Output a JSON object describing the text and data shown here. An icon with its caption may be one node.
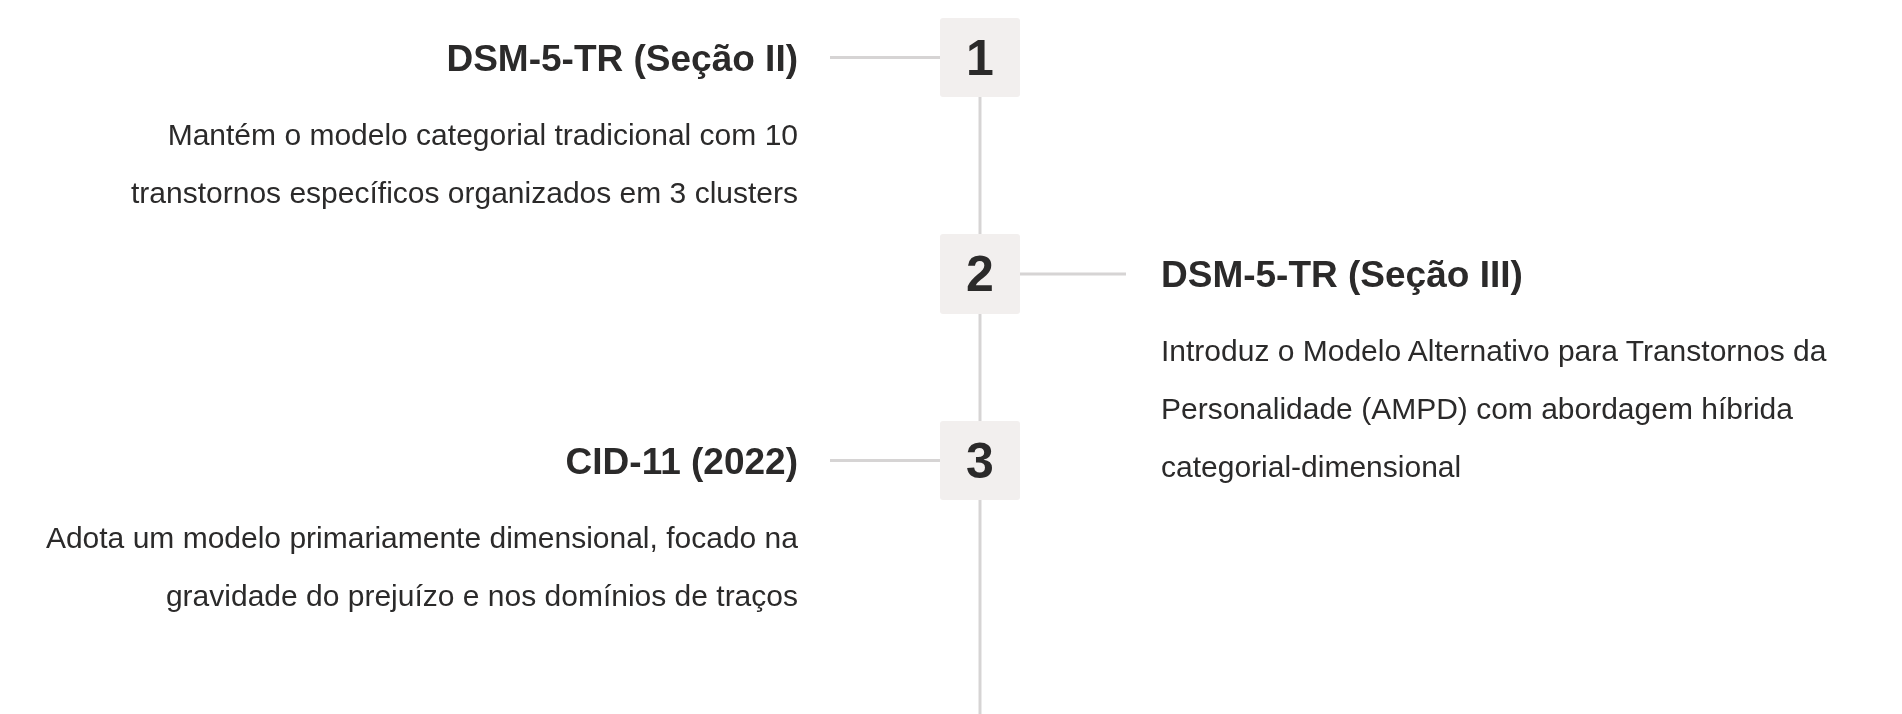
{
  "diagram": {
    "nodes": [
      {
        "text": [
          "DSM-5-TR (Seção II)",
          "Mantém o modelo categorial tradicional com 10 transtornos específicos organizados em 3 clusters"
        ]
      },
      {
        "text": [
          "1"
        ]
      },
      {
        "text": [
          "2"
        ]
      },
      {
        "text": [
          "DSM-5-TR (Seção III)",
          "Introduz o Modelo Alternativo para Transtornos da Personalidade (AMPD) com abordagem híbrida categorial-dimensional"
        ]
      },
      {
        "text": [
          "3"
        ]
      },
      {
        "text": [
          "CID-11 (2022)",
          "Adota um modelo primariamente dimensional, focado na gravidade do prejuízo e nos domínios de traços"
        ]
      }
    ],
    "edges": [
      {
        "from": 0,
        "to": 1,
        "arrow": "none"
      },
      {
        "from": 1,
        "to": 2,
        "arrow": "none"
      },
      {
        "from": 2,
        "to": 3,
        "arrow": "none"
      },
      {
        "from": 2,
        "to": 4,
        "arrow": "none"
      },
      {
        "from": 4,
        "to": 5,
        "arrow": "none"
      },
      {
        "from": 4,
        "to": null,
        "arrow": "none"
      }
    ]
  }
}
